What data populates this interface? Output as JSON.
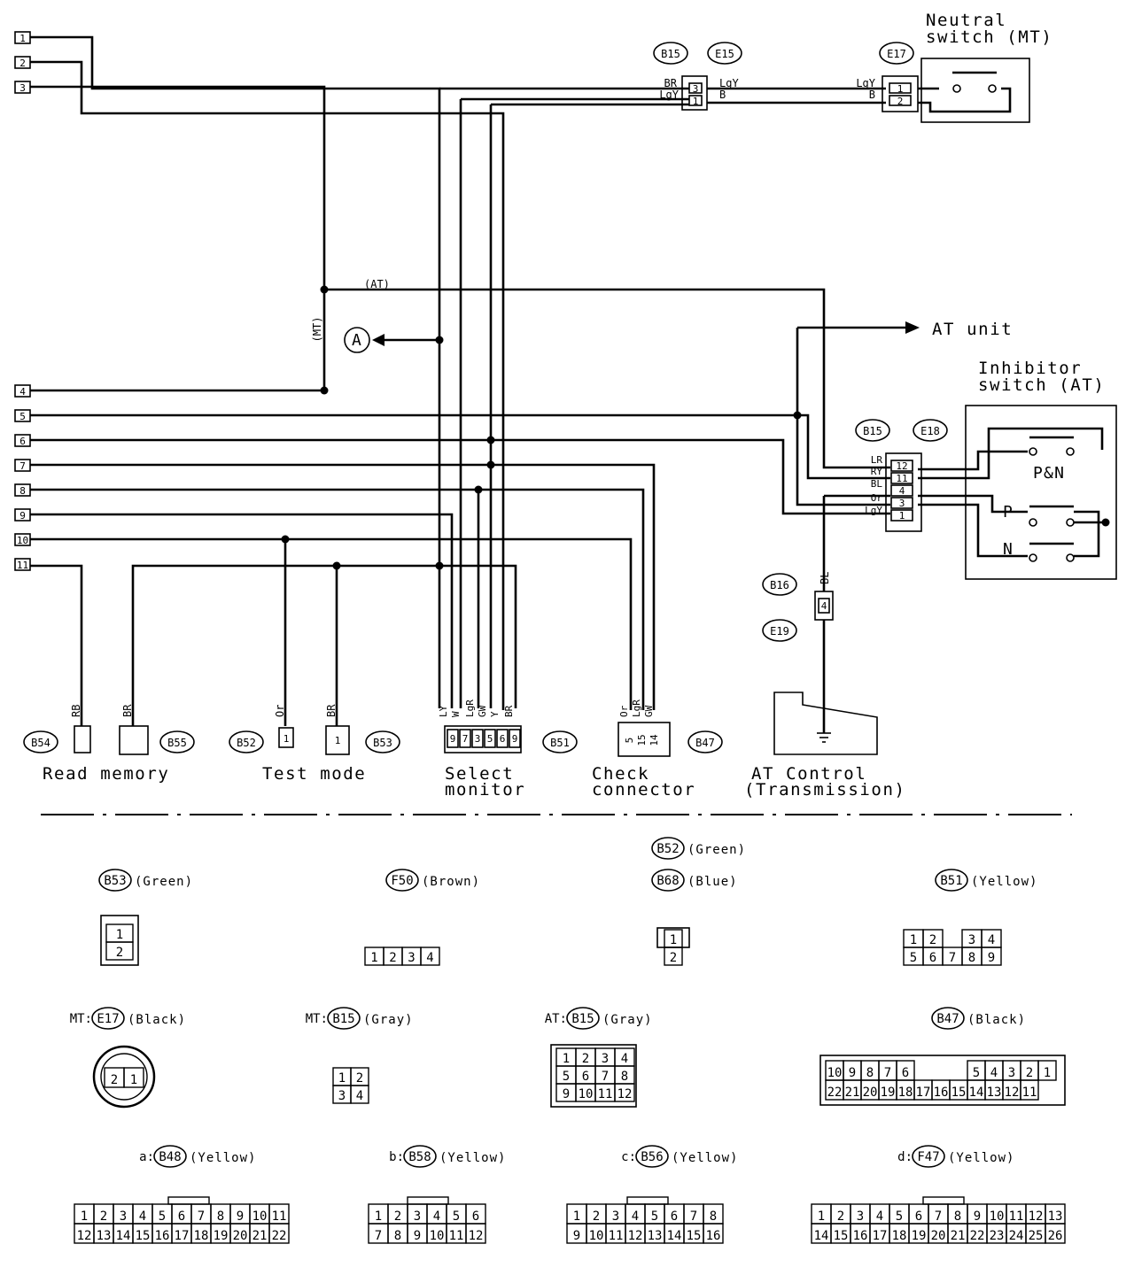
{
  "terminals": [
    "1",
    "2",
    "3",
    "4",
    "5",
    "6",
    "7",
    "8",
    "9",
    "10",
    "11"
  ],
  "top": {
    "neutral_switch": [
      "Neutral",
      "switch (MT)"
    ],
    "b15": "B15",
    "e15": "E15",
    "e17": "E17",
    "w_br": "BR",
    "w_lgy": "LgY",
    "w_lgy2": "LgY",
    "w_b": "B",
    "w_lgy3": "LgY",
    "w_b3": "B",
    "pin3": "3",
    "pin1": "1",
    "e17pin1": "1",
    "e17pin2": "2"
  },
  "mid": {
    "at": "(AT)",
    "mt": "(MT)",
    "circle_a": "A",
    "at_unit": "AT unit",
    "inhibitor": [
      "Inhibitor",
      "switch (AT)"
    ],
    "b15": "B15",
    "e18": "E18",
    "wires": [
      "LR",
      "RY",
      "BL",
      "Or",
      "LgY"
    ],
    "pins": [
      "12",
      "11",
      "4",
      "3",
      "1"
    ],
    "sw_pn": "P&N",
    "sw_p": "P",
    "sw_n": "N",
    "b16": "B16",
    "e19": "E19",
    "bl": "BL",
    "b16pin": "4"
  },
  "bottom": {
    "b54": "B54",
    "b55": "B55",
    "b52": "B52",
    "b53": "B53",
    "b51": "B51",
    "b47": "B47",
    "rb": "RB",
    "br1": "BR",
    "or1": "Or",
    "br2": "BR",
    "sel_wires": [
      "LY",
      "W",
      "LgR",
      "GW",
      "Y",
      "BR"
    ],
    "chk_wires": [
      "Or",
      "LgR",
      "GW"
    ],
    "chk_pins": [
      "5",
      "15",
      "14"
    ],
    "sel_pins": [
      "9",
      "7",
      "3",
      "5",
      "6",
      "9"
    ],
    "tm_pin": "1",
    "tm_pin2": "1",
    "read_memory": "Read memory",
    "test_mode": "Test mode",
    "select_monitor": [
      "Select",
      "monitor"
    ],
    "check_connector": [
      "Check",
      "connector"
    ],
    "at_control": [
      "AT Control",
      "(Transmission)"
    ]
  },
  "views": {
    "b53": {
      "id": "B53",
      "color": "(Green)"
    },
    "f50": {
      "id": "F50",
      "color": "(Brown)"
    },
    "b52": {
      "id": "B52",
      "color": "(Green)"
    },
    "b68": {
      "id": "B68",
      "color": "(Blue)"
    },
    "b51": {
      "id": "B51",
      "color": "(Yellow)"
    },
    "mt_e17": {
      "prefix": "MT:",
      "id": "E17",
      "color": "(Black)"
    },
    "mt_b15": {
      "prefix": "MT:",
      "id": "B15",
      "color": "(Gray)"
    },
    "at_b15": {
      "prefix": "AT:",
      "id": "B15",
      "color": "(Gray)"
    },
    "b47": {
      "id": "B47",
      "color": "(Black)"
    },
    "a_b48": {
      "prefix": "a:",
      "id": "B48",
      "color": "(Yellow)"
    },
    "b_b58": {
      "prefix": "b:",
      "id": "B58",
      "color": "(Yellow)"
    },
    "c_b56": {
      "prefix": "c:",
      "id": "B56",
      "color": "(Yellow)"
    },
    "d_f47": {
      "prefix": "d:",
      "id": "F47",
      "color": "(Yellow)"
    }
  },
  "grids": {
    "b53": [
      [
        "1"
      ],
      [
        "2"
      ]
    ],
    "f50": [
      [
        "1",
        "2",
        "3",
        "4"
      ]
    ],
    "b68": [
      [
        "1"
      ],
      [
        "2"
      ]
    ],
    "b51": [
      [
        "1",
        "2",
        "",
        "3",
        "4"
      ],
      [
        "5",
        "6",
        "7",
        "8",
        "9"
      ]
    ],
    "e17": [
      [
        "2",
        "1"
      ]
    ],
    "mt_b15": [
      [
        "1",
        "2"
      ],
      [
        "3",
        "4"
      ]
    ],
    "at_b15": [
      [
        "1",
        "2",
        "3",
        "4"
      ],
      [
        "5",
        "6",
        "7",
        "8"
      ],
      [
        "9",
        "10",
        "11",
        "12"
      ]
    ],
    "b47": [
      [
        "10",
        "9",
        "8",
        "7",
        "6",
        "",
        "",
        "",
        "5",
        "4",
        "3",
        "2",
        "1"
      ],
      [
        "22",
        "21",
        "20",
        "19",
        "18",
        "17",
        "16",
        "15",
        "14",
        "13",
        "12",
        "11"
      ]
    ],
    "b48": [
      [
        "1",
        "2",
        "3",
        "4",
        "5",
        "6",
        "7",
        "8",
        "9",
        "10",
        "11"
      ],
      [
        "12",
        "13",
        "14",
        "15",
        "16",
        "17",
        "18",
        "19",
        "20",
        "21",
        "22"
      ]
    ],
    "b58": [
      [
        "1",
        "2",
        "3",
        "4",
        "5",
        "6"
      ],
      [
        "7",
        "8",
        "9",
        "10",
        "11",
        "12"
      ]
    ],
    "b56": [
      [
        "1",
        "2",
        "3",
        "4",
        "5",
        "6",
        "7",
        "8"
      ],
      [
        "9",
        "10",
        "11",
        "12",
        "13",
        "14",
        "15",
        "16"
      ]
    ],
    "f47": [
      [
        "1",
        "2",
        "3",
        "4",
        "5",
        "6",
        "7",
        "8",
        "9",
        "10",
        "11",
        "12",
        "13"
      ],
      [
        "14",
        "15",
        "16",
        "17",
        "18",
        "19",
        "20",
        "21",
        "22",
        "23",
        "24",
        "25",
        "26"
      ]
    ]
  }
}
